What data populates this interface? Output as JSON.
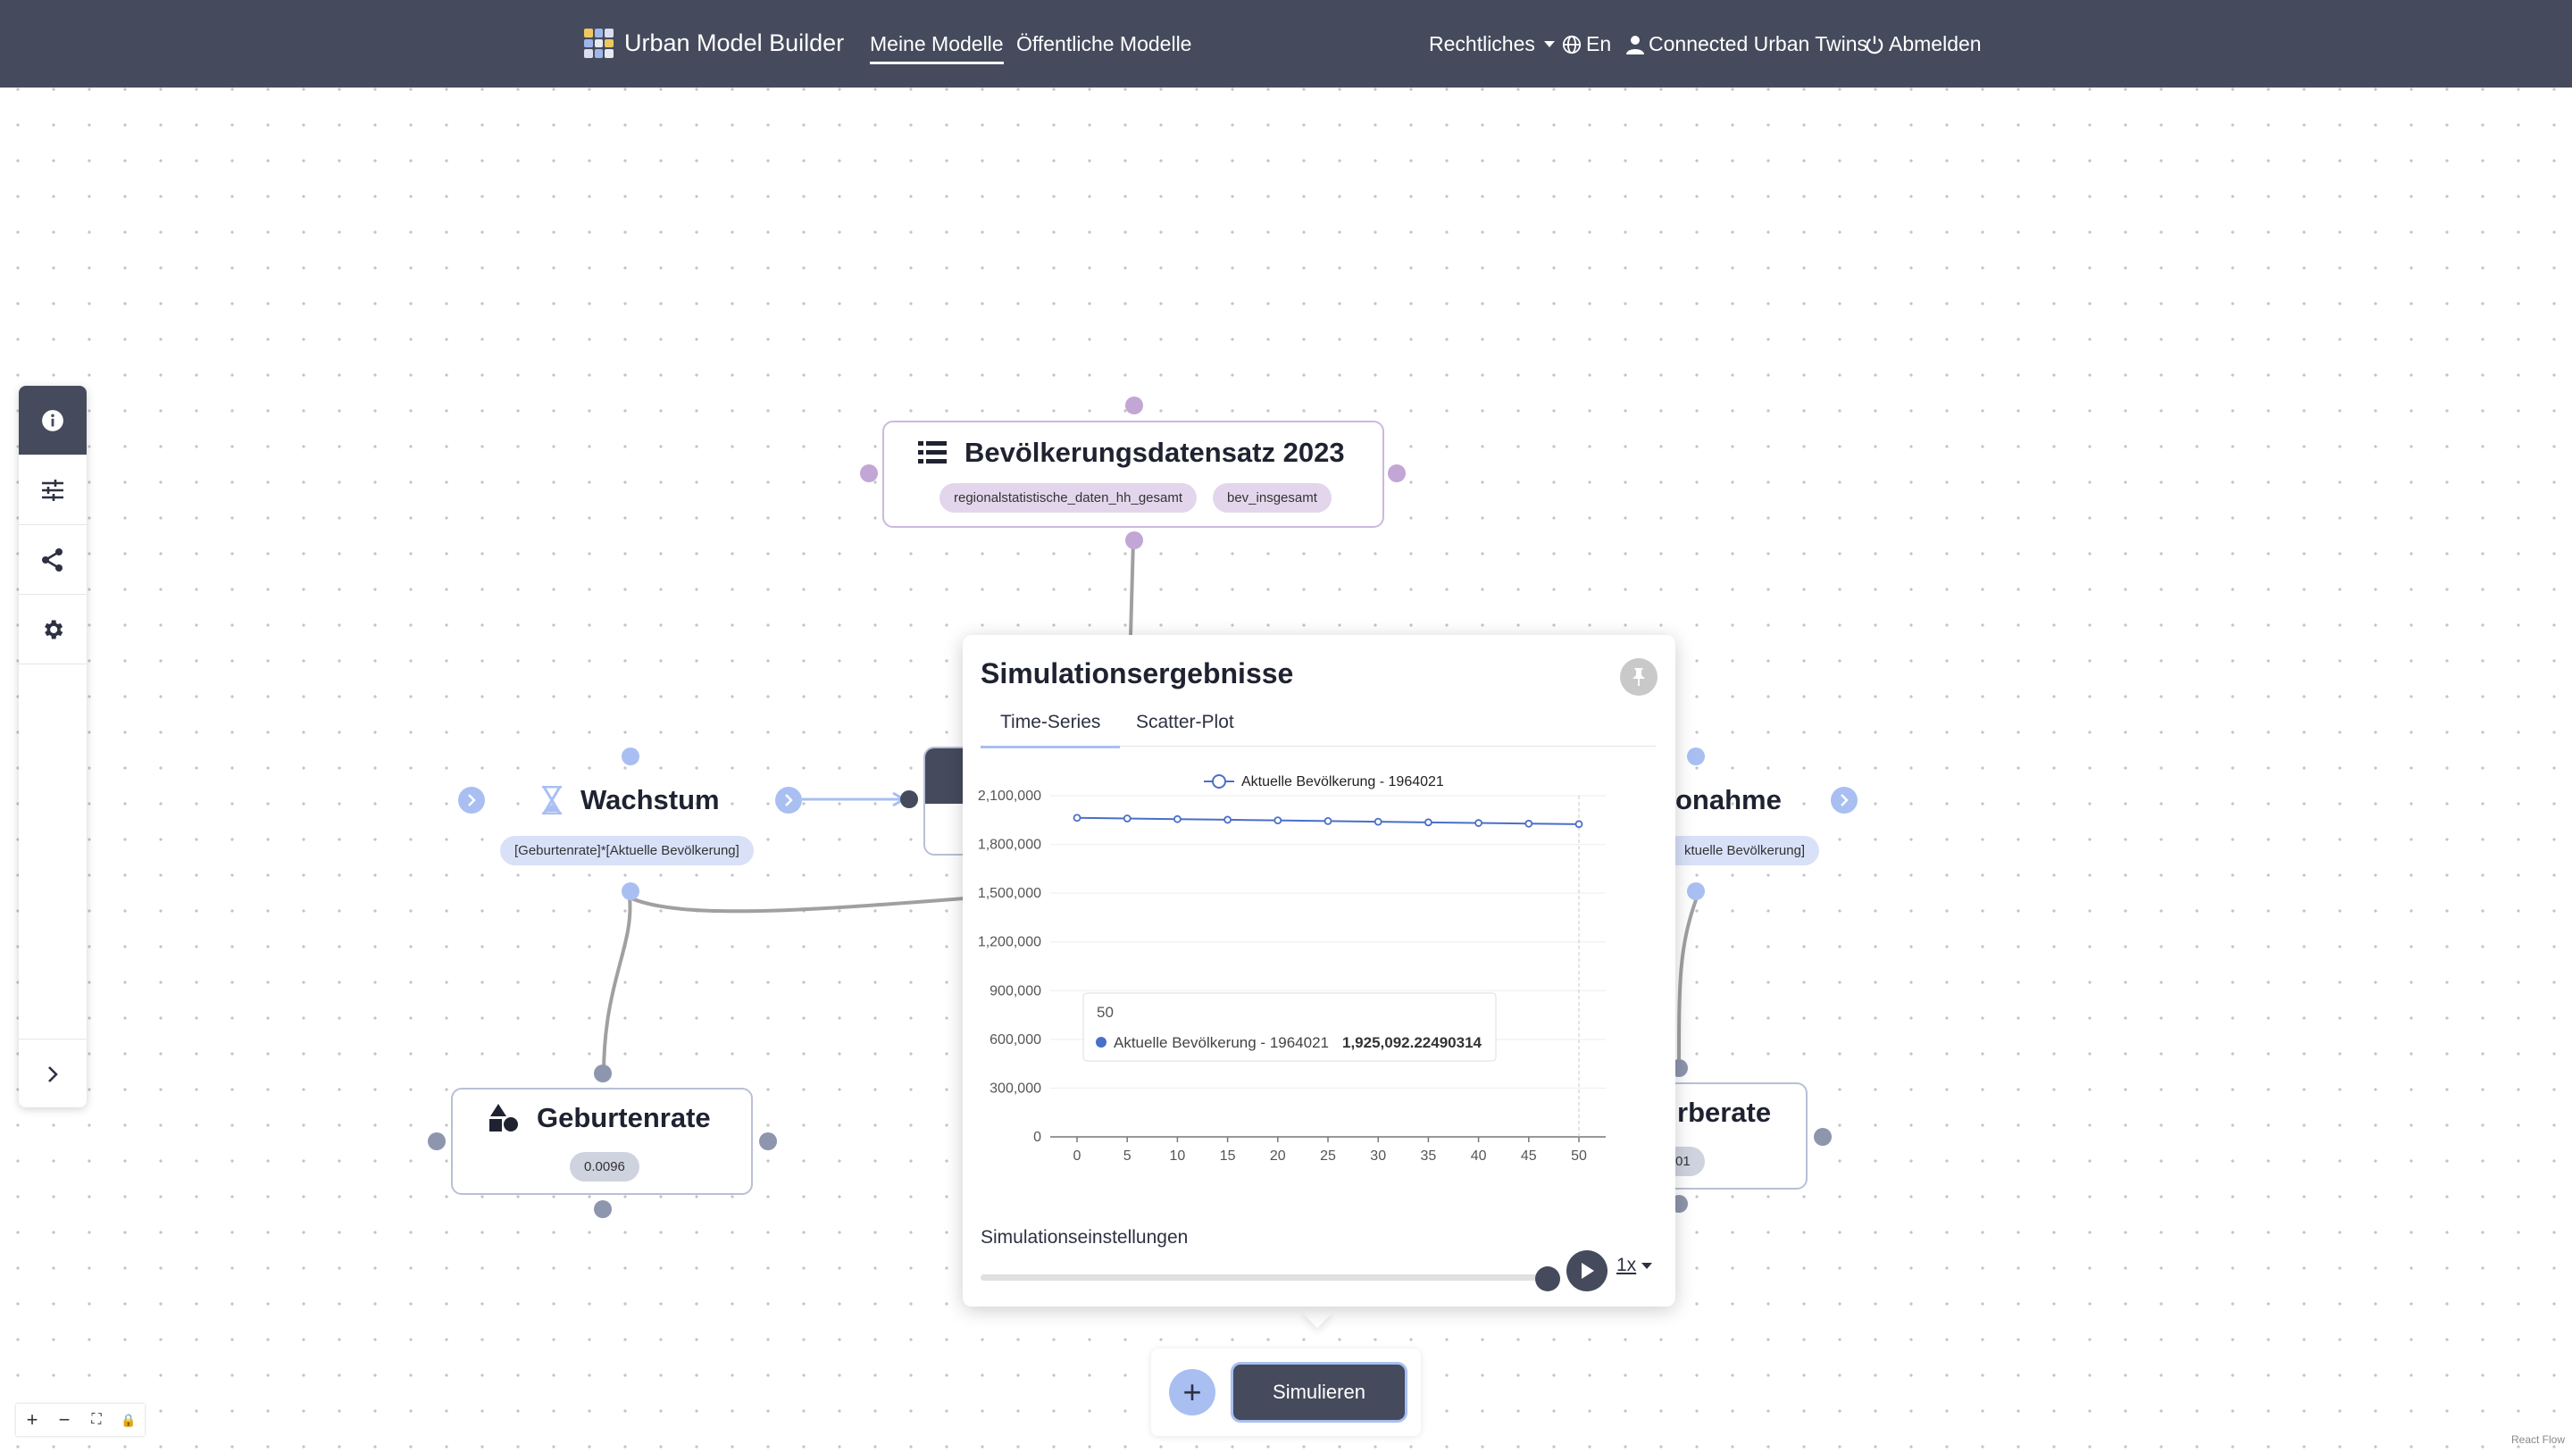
{
  "nav": {
    "brand": "Urban Model Builder",
    "links": [
      "Meine Modelle",
      "Öffentliche Modelle"
    ],
    "legal": "Rechtliches",
    "language": "En",
    "user": "Connected Urban Twins",
    "logout": "Abmelden"
  },
  "sidebar": {
    "icons": [
      "info-icon",
      "sliders-icon",
      "share-icon",
      "gear-icon",
      "chevron-right-icon"
    ]
  },
  "nodes": {
    "dataset": {
      "title": "Bevölkerungsdatensatz 2023",
      "chips": [
        "regionalstatistische_daten_hh_gesamt",
        "bev_insgesamt"
      ]
    },
    "wachstum": {
      "title": "Wachstum",
      "formula": "[Geburtenrate]*[Aktuelle Bevölkerung]"
    },
    "abnahme": {
      "title": "onahme",
      "formula": "ktuelle Bevölkerung]"
    },
    "geburtenrate": {
      "title": "Geburtenrate",
      "value": "0.0096"
    },
    "sterberate": {
      "title": "rberate",
      "value": "01"
    }
  },
  "popup": {
    "title": "Simulationsergebnisse",
    "tabs": [
      "Time-Series",
      "Scatter-Plot"
    ],
    "active_tab": "Time-Series",
    "settings_label": "Simulationseinstellungen",
    "speed": "1x",
    "slider_value": 1.0
  },
  "chart_data": {
    "type": "line",
    "title": "",
    "xlabel": "",
    "ylabel": "",
    "legend": "top",
    "series": [
      {
        "name": "Aktuelle Bevölkerung - 1964021",
        "color": "#4a6fc7",
        "x": [
          0,
          5,
          10,
          15,
          20,
          25,
          30,
          35,
          40,
          45,
          50
        ],
        "values": [
          1964021,
          1960000,
          1956000,
          1952000,
          1948000,
          1944000,
          1940000,
          1936000,
          1932000,
          1928000,
          1925092.22490314
        ]
      }
    ],
    "x_ticks": [
      "0",
      "5",
      "10",
      "15",
      "20",
      "25",
      "30",
      "35",
      "40",
      "45",
      "50"
    ],
    "y_ticks": [
      "0",
      "300,000",
      "600,000",
      "900,000",
      "1,200,000",
      "1,500,000",
      "1,800,000",
      "2,100,000"
    ],
    "xlim": [
      0,
      50
    ],
    "ylim": [
      0,
      2100000
    ],
    "tooltip": {
      "x": "50",
      "series": "Aktuelle Bevölkerung - 1964021",
      "value": "1,925,092.22490314"
    }
  },
  "bottom_bar": {
    "add": "+",
    "simulate": "Simulieren"
  },
  "zoom": [
    "+",
    "−",
    "⛶",
    "🔒"
  ],
  "attribution": "React Flow"
}
